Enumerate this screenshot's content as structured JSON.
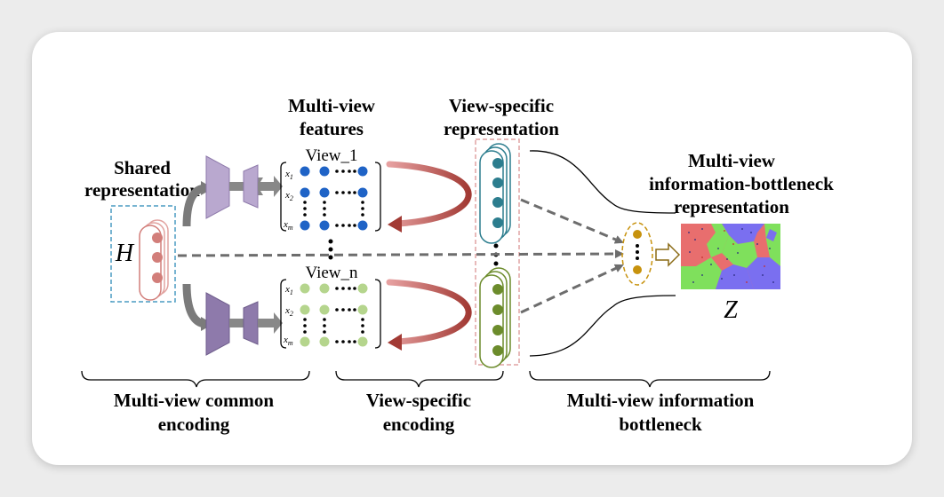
{
  "labels": {
    "shared_line1": "Shared",
    "shared_line2": "representation",
    "multiview_feat_line1": "Multi-view",
    "multiview_feat_line2": "features",
    "view_specific_rep_line1": "View-specific",
    "view_specific_rep_line2": "representation",
    "mib_rep_line1": "Multi-view",
    "mib_rep_line2": "information-bottleneck",
    "mib_rep_line3": "representation",
    "view_1": "View_1",
    "view_n": "View_n",
    "h_symbol": "H",
    "z_symbol": "Z",
    "x1": "x",
    "x1_sub": "1",
    "x2": "x",
    "x2_sub": "2",
    "xm": "x",
    "xm_sub": "m"
  },
  "bottom": {
    "common_line1": "Multi-view common",
    "common_line2": "encoding",
    "specific_line1": "View-specific",
    "specific_line2": "encoding",
    "bottleneck_line1": "Multi-view information",
    "bottleneck_line2": "bottleneck"
  },
  "colors": {
    "view1_dots": "#1f63c6",
    "viewn_dots": "#b5d58d",
    "rep_top": "#2c7d8e",
    "rep_bottom": "#6c8c2c",
    "encoder": "#b9a8cf",
    "encoder_dark": "#8e7aab",
    "shared_nodes": "#d27e7a",
    "curved_arrow": "#a23a34",
    "bottleneck_node": "#c7920d",
    "z_red": "#e86e6e",
    "z_green": "#7fe05c",
    "z_blue": "#7a6ff0"
  }
}
